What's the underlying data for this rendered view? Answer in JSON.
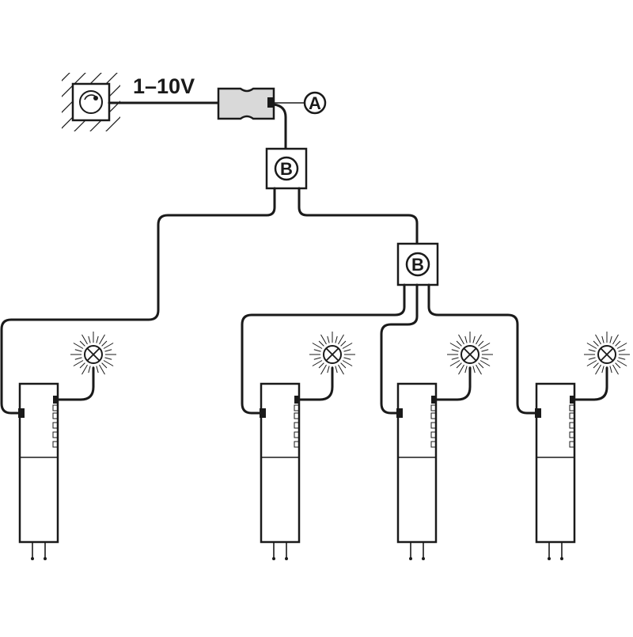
{
  "voltage_label": "1–10V",
  "callouts": {
    "a": "A",
    "b1": "B",
    "b2": "B"
  },
  "colors": {
    "line": "#1a1a1a",
    "converter_fill": "#d9d9d9",
    "background": "#ffffff"
  },
  "components": {
    "dimmer_icon": "wall-dimmer-switch-icon",
    "converter_icon": "control-converter-icon",
    "distributor_icon": "distributor-box-icon",
    "driver_icon": "led-driver-icon",
    "lamp_icon": "lamp-icon"
  },
  "driver_count": 4
}
